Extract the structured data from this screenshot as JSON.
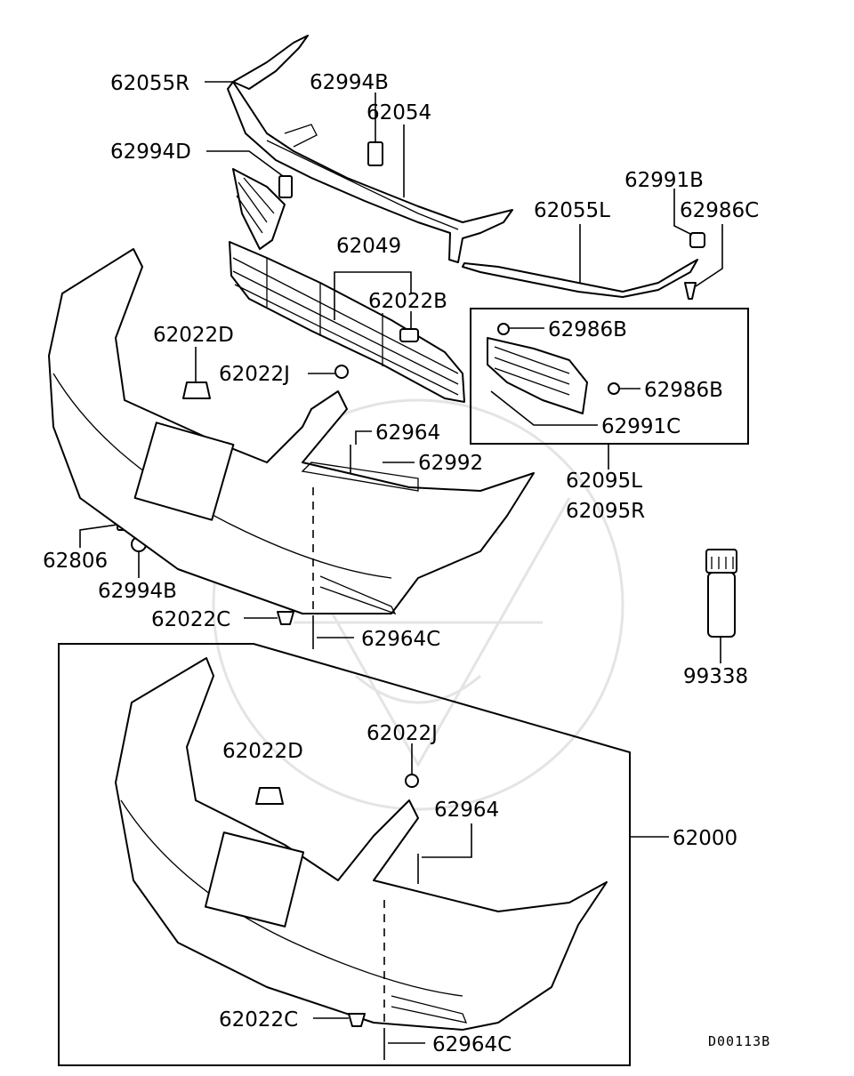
{
  "labels": {
    "p62055R": "62055R",
    "p62994B_top": "62994B",
    "p62054": "62054",
    "p62994D": "62994D",
    "p62991B": "62991B",
    "p62055L": "62055L",
    "p62986C": "62986C",
    "p62049": "62049",
    "p62022B": "62022B",
    "p62986B_a": "62986B",
    "p62022D_top": "62022D",
    "p62022J_top": "62022J",
    "p62986B_b": "62986B",
    "p62991C": "62991C",
    "p62964_top": "62964",
    "p62992": "62992",
    "p62095L": "62095L",
    "p62095R": "62095R",
    "p62806": "62806",
    "p62994B_low": "62994B",
    "p62022C_top": "62022C",
    "p62964C_top": "62964C",
    "p99338": "99338",
    "p62022D_bot": "62022D",
    "p62022J_bot": "62022J",
    "p62964_bot": "62964",
    "p62000": "62000",
    "p62022C_bot": "62022C",
    "p62964C_bot": "62964C"
  },
  "diagram_code": "D00113B"
}
